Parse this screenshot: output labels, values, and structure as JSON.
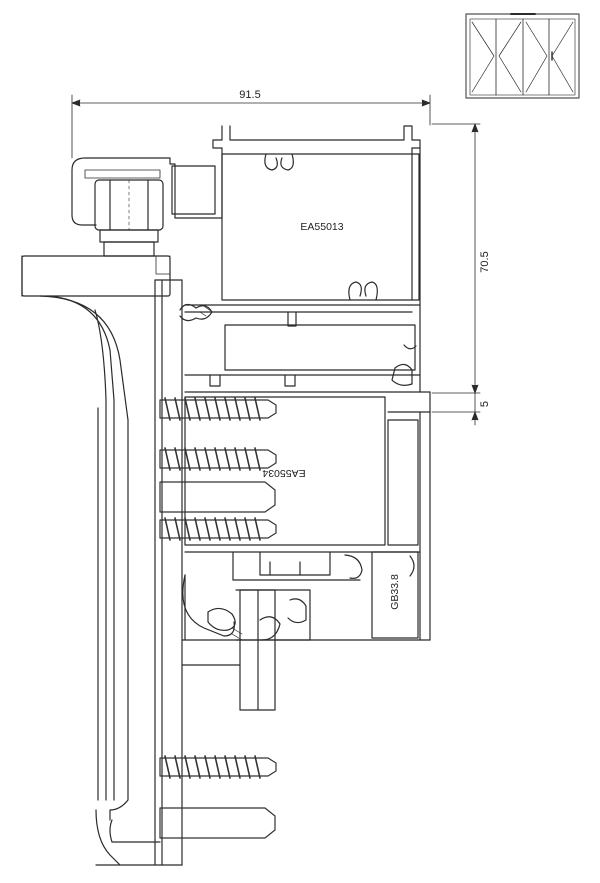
{
  "dimensions": {
    "overall_width": "91.5",
    "frame_height": "70.5",
    "step": "5"
  },
  "profile_codes": {
    "head_frame": "EA55013",
    "sub_frame": "EA55034",
    "glazing_bead": "GB33.8"
  },
  "thumbnail": {
    "icon": "bifold-door-elevation-icon",
    "panels": 4
  },
  "colors": {
    "line": "#2b2b2b",
    "screw": "#333333",
    "thumbnail_frame": "#555555"
  }
}
